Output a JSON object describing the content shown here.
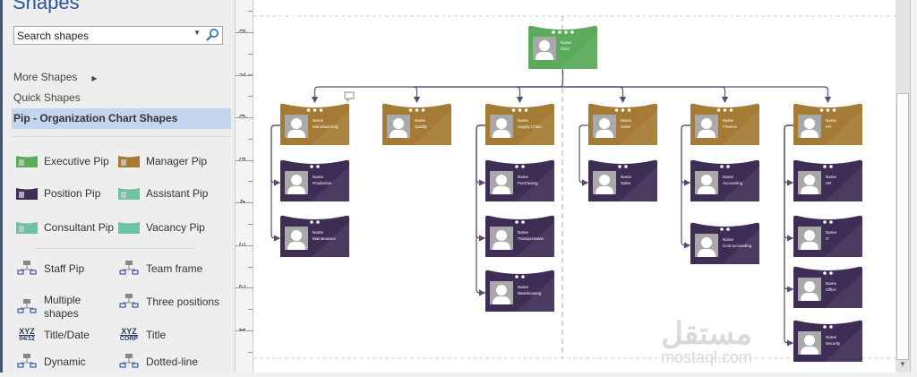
{
  "sidebar": {
    "title": "Shapes",
    "search_placeholder": "Search shapes",
    "more_shapes": "More Shapes",
    "quick_shapes": "Quick Shapes",
    "selected_stencil": "Pip - Organization Chart Shapes",
    "shapes": [
      {
        "label": "Executive Pip",
        "icon": "executive-pip-icon",
        "color": "#5aab5a"
      },
      {
        "label": "Manager Pip",
        "icon": "manager-pip-icon",
        "color": "#a57a35"
      },
      {
        "label": "Position Pip",
        "icon": "position-pip-icon",
        "color": "#3e2d55"
      },
      {
        "label": "Assistant Pip",
        "icon": "assistant-pip-icon",
        "color": "#6cc3a0"
      },
      {
        "label": "Consultant Pip",
        "icon": "consultant-pip-icon",
        "color": "#6cc3a0"
      },
      {
        "label": "Vacancy Pip",
        "icon": "vacancy-pip-icon",
        "color": "#6cc3a0"
      },
      {
        "label": "Staff Pip",
        "icon": "staff-pip-icon"
      },
      {
        "label": "Team frame",
        "icon": "team-frame-icon"
      },
      {
        "label": "Multiple shapes",
        "icon": "multiple-shapes-icon"
      },
      {
        "label": "Three positions",
        "icon": "three-positions-icon"
      },
      {
        "label": "Title/Date",
        "icon": "title-date-icon",
        "icon_text": [
          "XYZ",
          "04/12"
        ]
      },
      {
        "label": "Title",
        "icon": "title-icon",
        "icon_text": [
          "XYZ",
          "CORP"
        ]
      },
      {
        "label": "Dynamic",
        "icon": "dynamic-connector-icon"
      },
      {
        "label": "Dotted-line",
        "icon": "dotted-line-icon"
      }
    ]
  },
  "ruler": {
    "labels": [
      "8",
      "7",
      "6",
      "5",
      "4",
      "3",
      "2",
      "1"
    ]
  },
  "org_chart": {
    "colors": {
      "executive": "#5aab5a",
      "manager": "#a57a35",
      "position": "#3e2d55",
      "connector": "#5a4e6e"
    },
    "ceo": {
      "name": "Name",
      "title": "CEO"
    },
    "departments": [
      {
        "name": "Name",
        "title": "Manufacturing",
        "positions": [
          {
            "name": "Name",
            "title": "Production"
          },
          {
            "name": "Name",
            "title": "Maintenance"
          }
        ]
      },
      {
        "name": "Name",
        "title": "Quality",
        "positions": []
      },
      {
        "name": "Name",
        "title": "Supply Chain",
        "positions": [
          {
            "name": "Name",
            "title": "Purchasing"
          },
          {
            "name": "Name",
            "title": "Transportation"
          },
          {
            "name": "Name",
            "title": "Warehousing"
          }
        ]
      },
      {
        "name": "Name",
        "title": "Sales",
        "positions": [
          {
            "name": "Name",
            "title": "Sales"
          }
        ]
      },
      {
        "name": "Name",
        "title": "Finance",
        "positions": [
          {
            "name": "Name",
            "title": "Accounting"
          },
          {
            "name": "Name",
            "title": "Cost accounting"
          }
        ]
      },
      {
        "name": "Name",
        "title": "HR",
        "positions": [
          {
            "name": "Name",
            "title": "HR"
          },
          {
            "name": "Name",
            "title": "IT"
          },
          {
            "name": "Name",
            "title": "Office"
          },
          {
            "name": "Name",
            "title": "Security"
          }
        ]
      }
    ]
  },
  "watermark": {
    "arabic": "مستقل",
    "latin": "mostaql.com"
  }
}
